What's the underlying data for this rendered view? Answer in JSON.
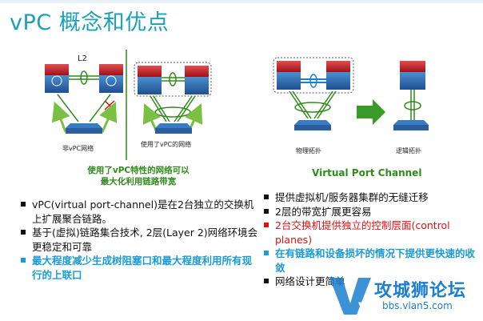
{
  "title": "vPC 概念和优点",
  "diagram": {
    "l2_label": "L2",
    "left_label_1": "非vPC网络",
    "left_label_2": "使用了vPC的网络",
    "caption_left": "使用了vPC特性的网络可以\n最大化利用链路带宽",
    "right_label_1": "物理拓扑",
    "right_label_2": "逻辑拓扑",
    "vpc_title": "Virtual Port Channel"
  },
  "bullets_left": [
    {
      "text": "vPC(virtual port-channel)是在2台独立的交换机上扩展聚合链路。",
      "style": "normal"
    },
    {
      "text": "基于(虚拟)链路集合技术, 2层(Layer 2)网络环境会更稳定和可靠",
      "style": "normal"
    },
    {
      "text": "最大程度减少生成树阻塞口和最大程度利用所有现行的上联口",
      "style": "blue"
    }
  ],
  "bullets_right": [
    {
      "text": "提供虚拟机/服务器集群的无缝迁移",
      "style": "normal"
    },
    {
      "text": "2层的带宽扩展更容易",
      "style": "normal"
    },
    {
      "text": "2台交换机提供独立的控制层面(control planes)",
      "style": "red"
    },
    {
      "text": "在有链路和设备损坏的情况下提供更快速的收敛",
      "style": "blue"
    },
    {
      "text": "网络设计更简单",
      "style": "normal"
    }
  ],
  "watermark": {
    "logo": "V5",
    "name": "攻城狮论坛",
    "url": "bbs.vlan5.com"
  },
  "colors": {
    "title": "#1aa0b8",
    "accent_green": "#2e8b1a",
    "blue": "#1a9ad6",
    "red": "#e01010",
    "switch_red": "#c8202a",
    "switch_blue": "#2a6fb0"
  }
}
